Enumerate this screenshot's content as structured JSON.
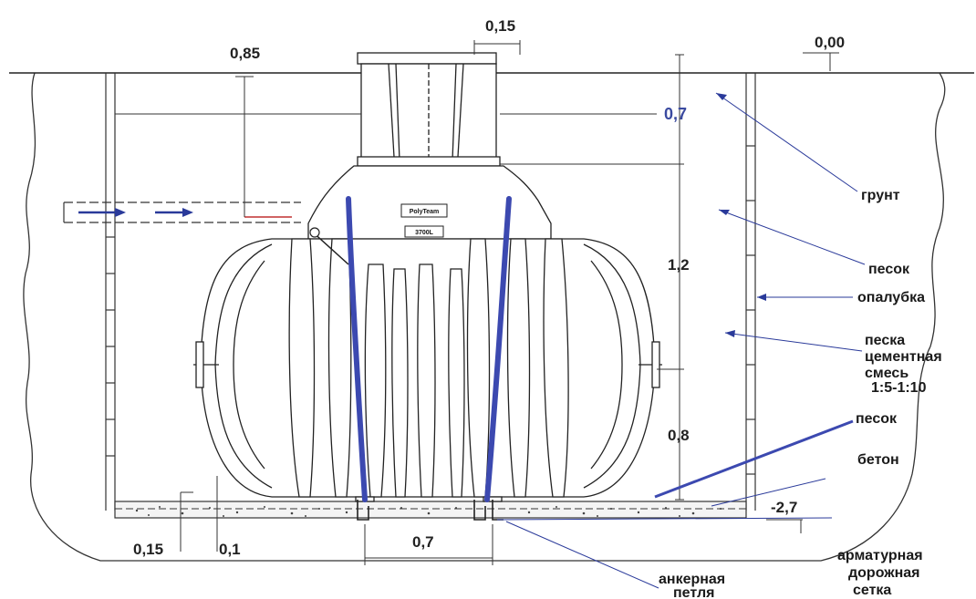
{
  "dimensions": {
    "top_width": "0,15",
    "ground_level": "0,00",
    "pipe_depth": "0,85",
    "neck_height": "0,7",
    "body_upper": "1,2",
    "body_lower": "0,8",
    "base_width": "0,7",
    "slab_offset": "0,15",
    "slab_thickness": "0,1",
    "bottom_level": "-2,7"
  },
  "labels": {
    "soil": "грунт",
    "sand_top": "песок",
    "formwork": "опалубка",
    "mix_line1": "песка",
    "mix_line2": "цементная",
    "mix_line3": "смесь",
    "mix_line4": "1:5-1:10",
    "sand_bottom": "песок",
    "concrete": "бетон",
    "mesh_line1": "арматурная",
    "mesh_line2": "дорожная",
    "mesh_line3": "сетка",
    "anchor_line1": "анкерная",
    "anchor_line2": "петля"
  },
  "tank": {
    "brand": "PolyTeam",
    "model": "3700L"
  },
  "colors": {
    "line": "#222222",
    "strap": "#3c49b0",
    "arrow_blue": "#2a3a9a",
    "dim_blue": "#3a4aa0"
  }
}
